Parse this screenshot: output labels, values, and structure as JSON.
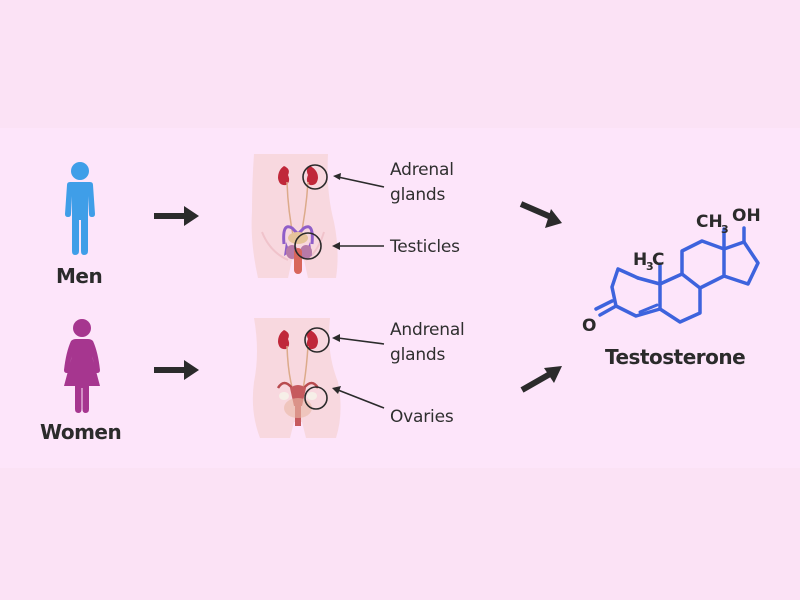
{
  "men": {
    "label": "Men",
    "icon": "man-figure-icon",
    "icon_color": "#3f9ee8"
  },
  "women": {
    "label": "Women",
    "icon": "woman-figure-icon",
    "icon_color": "#a6368f"
  },
  "male_anatomy": {
    "callouts": [
      {
        "line1": "Adrenal",
        "line2": "glands"
      },
      {
        "line1": "Testicles",
        "line2": ""
      }
    ]
  },
  "female_anatomy": {
    "callouts": [
      {
        "line1": "Andrenal",
        "line2": "glands"
      },
      {
        "line1": "Ovaries",
        "line2": ""
      }
    ]
  },
  "molecule": {
    "name": "Testosterone",
    "groups": {
      "methyl_c19_h": "H",
      "methyl_c19_sub": "3",
      "methyl_c19_c": "C",
      "methyl_c18_ch": "CH",
      "methyl_c18_sub": "3",
      "hydroxyl": "OH",
      "ketone": "O"
    },
    "bond_color": "#3d63dd"
  },
  "colors": {
    "background": "#fbe2f5",
    "band": "#fde5fa",
    "arrow": "#2b2b2b",
    "text": "#2b2b2b"
  }
}
